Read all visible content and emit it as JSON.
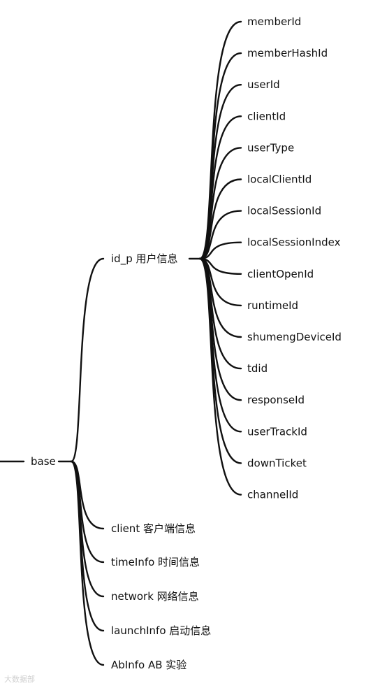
{
  "tree": {
    "root": {
      "label": "base"
    },
    "branches": [
      {
        "label": "id_p 用户信息",
        "children": [
          "memberId",
          "memberHashId",
          "userId",
          "clientId",
          "userType",
          "localClientId",
          "localSessionId",
          "localSessionIndex",
          "clientOpenId",
          "runtimeId",
          "shumengDeviceId",
          "tdid",
          "responseId",
          "userTrackId",
          "downTicket",
          "channelId"
        ]
      },
      {
        "label": "client 客户端信息",
        "children": []
      },
      {
        "label": "timeInfo 时间信息",
        "children": []
      },
      {
        "label": "network 网络信息",
        "children": []
      },
      {
        "label": "launchInfo 启动信息",
        "children": []
      },
      {
        "label": "AbInfo AB 实验",
        "children": []
      }
    ]
  },
  "watermark": "大数据部"
}
